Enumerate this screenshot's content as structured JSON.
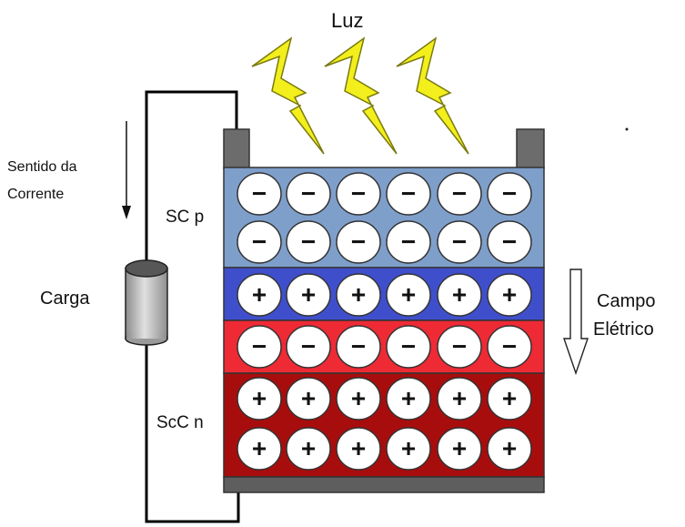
{
  "diagram": {
    "light_label": "Luz",
    "current_label_line1": "Sentido da",
    "current_label_line2": "Corrente",
    "load_label": "Carga",
    "p_layer_label": "SC p",
    "n_layer_label": "ScC n",
    "field_label_line1": "Campo",
    "field_label_line2": "Elétrico",
    "negative_symbol": "−",
    "positive_symbol": "+",
    "layers": [
      {
        "name": "p-region",
        "rows": 2,
        "sign": "negative",
        "color": "#7f9fcb"
      },
      {
        "name": "depletion-p",
        "rows": 1,
        "sign": "positive",
        "color": "#3f4fcc"
      },
      {
        "name": "depletion-n",
        "rows": 1,
        "sign": "negative",
        "color": "#ee2a35"
      },
      {
        "name": "n-region",
        "rows": 2,
        "sign": "positive",
        "color": "#a80d0d"
      }
    ],
    "charges_per_row": 6,
    "lightning_bolts": 3,
    "colors": {
      "bolt": "#f2ef1c",
      "bolt_outline": "#7a7a10",
      "terminal": "#6c6c6c",
      "base": "#5e5e5e",
      "wire": "#000000",
      "load": "#b9b9b9"
    }
  }
}
